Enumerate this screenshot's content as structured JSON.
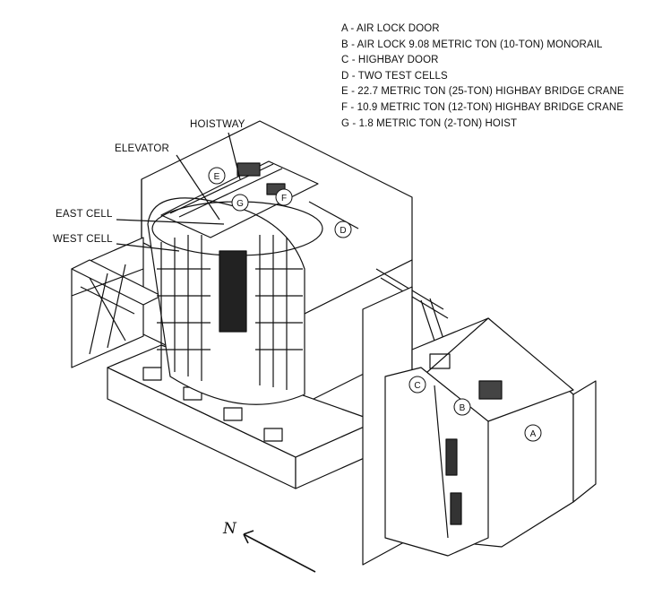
{
  "legend": [
    {
      "text": "A - AIR LOCK DOOR"
    },
    {
      "text": "B - AIR LOCK 9.08 METRIC TON (10-TON) MONORAIL"
    },
    {
      "text": "C - HIGHBAY DOOR"
    },
    {
      "text": "D - TWO TEST CELLS"
    },
    {
      "text": "E - 22.7 METRIC TON (25-TON) HIGHBAY BRIDGE CRANE"
    },
    {
      "text": "F - 10.9 METRIC TON (12-TON) HIGHBAY BRIDGE CRANE"
    },
    {
      "text": "G - 1.8 METRIC TON (2-TON) HOIST"
    }
  ],
  "labels": {
    "hoistway": "HOISTWAY",
    "elevator": "ELEVATOR",
    "east_cell": "EAST CELL",
    "west_cell": "WEST CELL"
  },
  "markers": {
    "a": "A",
    "b": "B",
    "c": "C",
    "d": "D",
    "e": "E",
    "f": "F",
    "g": "G"
  },
  "north": "N",
  "colors": {
    "ink": "#111111",
    "paper": "#ffffff"
  }
}
